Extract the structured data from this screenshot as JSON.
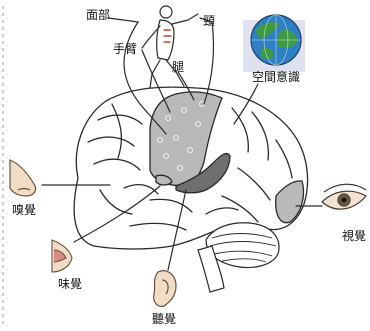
{
  "labels": {
    "face": "面部",
    "neck": "頸",
    "arm": "手臂",
    "leg": "腿",
    "spatial": "空間意識",
    "smell": "嗅覺",
    "taste": "味覺",
    "hearing": "聽覺",
    "vision": "視覺"
  },
  "colors": {
    "outline": "#2a2a2a",
    "region_fill": "#b9b9b9",
    "dark_region": "#6f6f6f",
    "ocean": "#2f7fc4",
    "land": "#3f9a45",
    "figure_stripe": "#d23a2a"
  },
  "icons": [
    "runner-figure",
    "globe-icon",
    "nose-icon",
    "mouth-icon",
    "ear-icon",
    "eye-icon"
  ]
}
